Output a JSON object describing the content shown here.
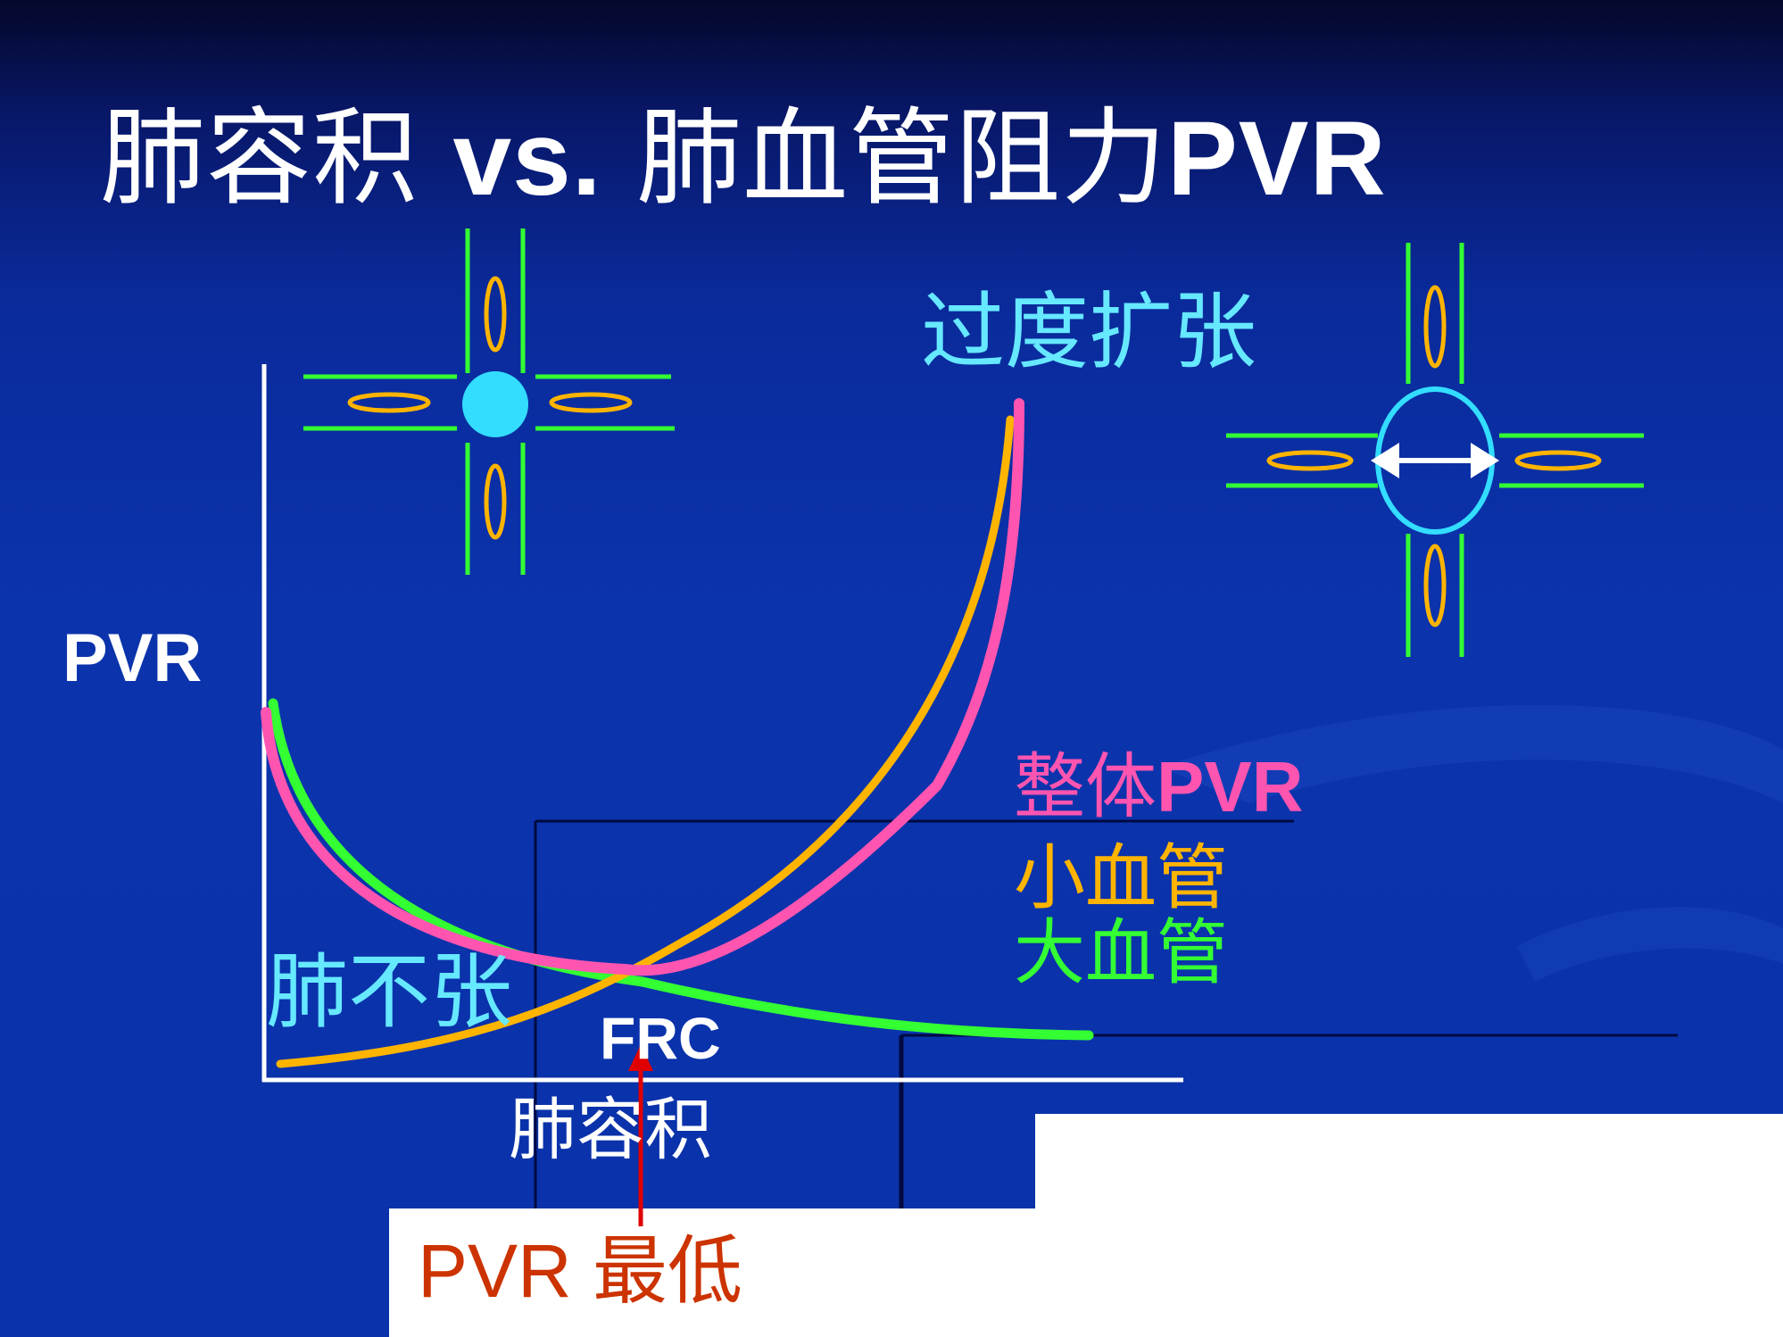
{
  "title": {
    "part1": "肺容积 ",
    "vs": "vs.",
    "part2": " 肺血管阻力",
    "pvr": "PVR"
  },
  "y_axis_label": "PVR",
  "x_axis_label": "肺容积",
  "frc_label": "FRC",
  "annotations": {
    "overinflation": "过度扩张",
    "atelectasis": "肺不张"
  },
  "legend": {
    "total": {
      "text": "整体",
      "bold": "PVR",
      "color": "#ff55b0"
    },
    "small": {
      "text": "小血管",
      "color": "#ffb400"
    },
    "large": {
      "text": "大血管",
      "color": "#33ff33"
    }
  },
  "lowest_label": "PVR 最低",
  "colors": {
    "background": "#0b33ac",
    "vessel": "#33ff33",
    "alveolus": "#ffb400",
    "cyan": "#66e8ff",
    "arrow": "#cc0000"
  },
  "icons": [
    "vessel-cross-small-icon",
    "vessel-cross-large-icon",
    "double-arrow-icon"
  ]
}
